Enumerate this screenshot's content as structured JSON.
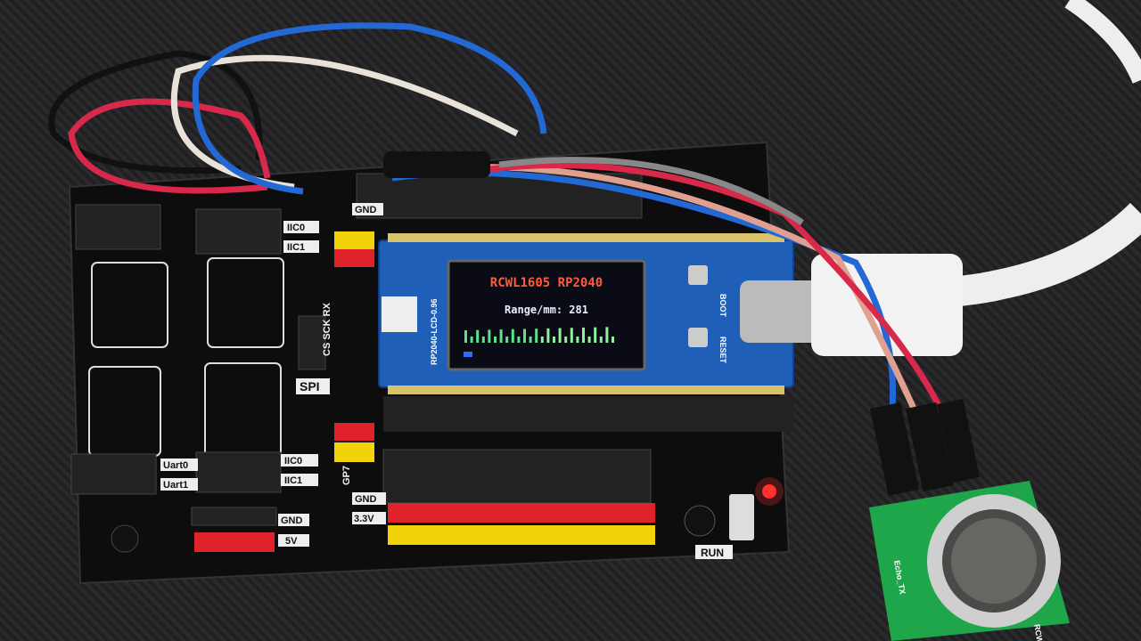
{
  "scene": {
    "lcd": {
      "title": "RCWL1605 RP2040",
      "range_text": "Range/mm: 281",
      "bar_count": 26
    },
    "module_label": "RP2040-LCD-0.96",
    "module_buttons": [
      "BOOT",
      "RESET"
    ],
    "board_labels": {
      "gnd_top": "GND",
      "iic0_top": "IIC0",
      "iic1_top": "IIC1",
      "spi": "SPI",
      "spi_pins": "CS SCK RX",
      "uart0": "Uart0",
      "uart1": "Uart1",
      "iic0_bottom": "IIC0",
      "iic1_bottom": "IIC1",
      "gnd_left": "GND",
      "v5": "5V",
      "gnd_bottom": "GND",
      "v33": "3.3V",
      "run": "RUN",
      "gp7": "GP7"
    },
    "sensor_label": "Echo_TX",
    "sensor_brand": "RCWL",
    "colors": {
      "board": "#0d0d0d",
      "module": "#1f5fb8",
      "sensor_pcb": "#1fa64a",
      "header_red": "#e0222a",
      "header_yellow": "#f2d20a",
      "led": "#ff3030"
    }
  }
}
